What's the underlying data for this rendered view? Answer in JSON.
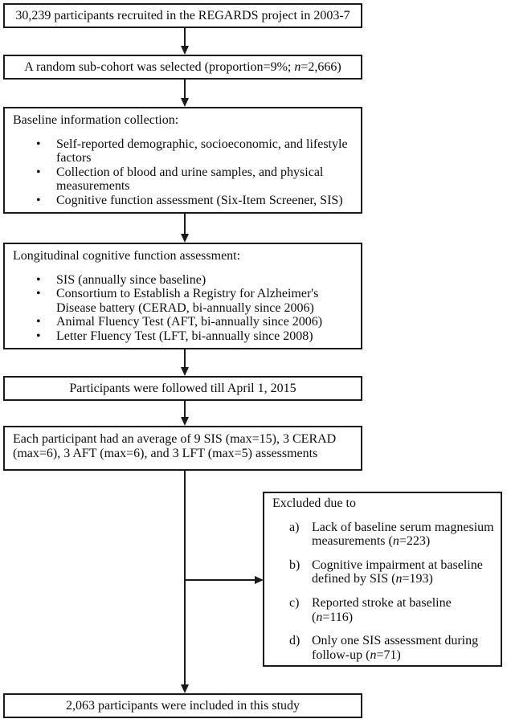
{
  "colors": {
    "line": "#1b1b1b",
    "text": "#0d0d0d",
    "background": "#ffffff"
  },
  "bullet_char": "•",
  "flow": {
    "recruited": {
      "text": "30,239 participants recruited in the REGARDS project in 2003-7"
    },
    "subcohort": {
      "pre": "A random sub-cohort was selected (proportion=9%; ",
      "n_var": "n",
      "post": "=2,666)"
    },
    "baseline": {
      "title": "Baseline information collection:",
      "items": [
        "Self-reported demographic, socioeconomic, and lifestyle factors",
        "Collection of blood and urine samples, and physical measurements",
        "Cognitive function assessment (Six-Item Screener, SIS)"
      ]
    },
    "longitudinal": {
      "title": "Longitudinal cognitive function assessment:",
      "items": [
        "SIS (annually since baseline)",
        "Consortium to Establish a Registry for Alzheimer's Disease battery (CERAD, bi-annually since 2006)",
        "Animal Fluency Test (AFT, bi-annually since 2006)",
        "Letter Fluency Test (LFT, bi-annually since 2008)"
      ]
    },
    "followup": {
      "text": "Participants were followed till April 1, 2015"
    },
    "assessments": {
      "text": "Each participant had an average of 9 SIS (max=15), 3 CERAD (max=6), 3 AFT (max=6), and 3 LFT (max=5) assessments"
    },
    "excluded": {
      "title": "Excluded due to",
      "items": [
        {
          "marker": "a)",
          "pre": "Lack of baseline serum magnesium measurements (",
          "n_var": "n",
          "post": "=223)"
        },
        {
          "marker": "b)",
          "pre": "Cognitive impairment at baseline defined by SIS (",
          "n_var": "n",
          "post": "=193)"
        },
        {
          "marker": "c)",
          "pre": "Reported stroke at baseline (",
          "n_var": "n",
          "post": "=116)"
        },
        {
          "marker": "d)",
          "pre": "Only one SIS assessment during follow-up (",
          "n_var": "n",
          "post": "=71)"
        }
      ]
    },
    "included": {
      "text": "2,063 participants were included in this study"
    }
  }
}
